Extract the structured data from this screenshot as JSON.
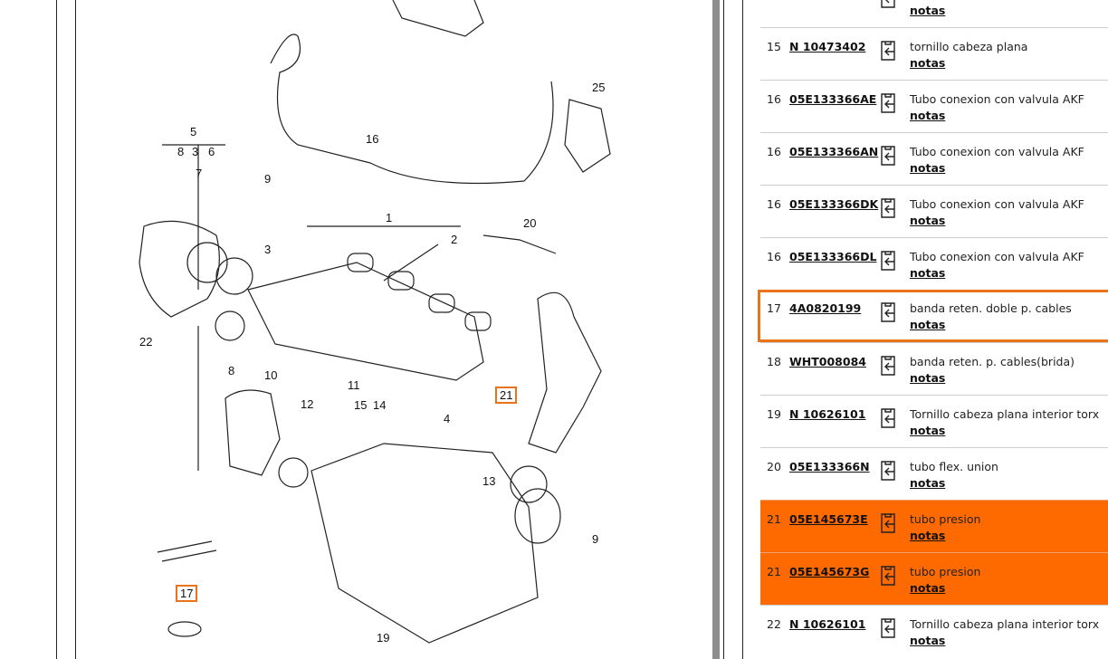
{
  "diagram": {
    "labels": [
      "5",
      "8",
      "3",
      "6",
      "7",
      "9",
      "16",
      "25",
      "1",
      "2",
      "3",
      "20",
      "22",
      "8",
      "10",
      "11",
      "12",
      "15",
      "14",
      "4",
      "21",
      "13",
      "9",
      "17",
      "19"
    ],
    "highlighted": [
      "21",
      "17"
    ]
  },
  "parts": [
    {
      "num": "",
      "part": "",
      "desc": "",
      "notes": "notas"
    },
    {
      "num": "15",
      "part": "N 10473402",
      "desc": "tornillo cabeza plana",
      "notes": "notas"
    },
    {
      "num": "16",
      "part": "05E133366AE",
      "desc": "Tubo conexion con valvula AKF",
      "notes": "notas"
    },
    {
      "num": "16",
      "part": "05E133366AN",
      "desc": "Tubo conexion con valvula AKF",
      "notes": "notas"
    },
    {
      "num": "16",
      "part": "05E133366DK",
      "desc": "Tubo conexion con valvula AKF",
      "notes": "notas"
    },
    {
      "num": "16",
      "part": "05E133366DL",
      "desc": "Tubo conexion con valvula AKF",
      "notes": "notas"
    },
    {
      "num": "17",
      "part": "4A0820199",
      "desc": "banda reten. doble p. cables",
      "notes": "notas",
      "state": "selected"
    },
    {
      "num": "18",
      "part": "WHT008084",
      "desc": "banda reten. p. cables(brida)",
      "notes": "notas"
    },
    {
      "num": "19",
      "part": "N 10626101",
      "desc": "Tornillo cabeza plana interior torx",
      "notes": "notas"
    },
    {
      "num": "20",
      "part": "05E133366N",
      "desc": "tubo flex. union",
      "notes": "notas"
    },
    {
      "num": "21",
      "part": "05E145673E",
      "desc": "tubo presion",
      "notes": "notas",
      "state": "highlighted"
    },
    {
      "num": "21",
      "part": "05E145673G",
      "desc": "tubo presion",
      "notes": "notas",
      "state": "highlighted"
    },
    {
      "num": "22",
      "part": "N 10626101",
      "desc": "Tornillo cabeza plana interior torx",
      "notes": "notas"
    }
  ],
  "colors": {
    "accent": "#ff6a00",
    "border": "#e8731a"
  }
}
